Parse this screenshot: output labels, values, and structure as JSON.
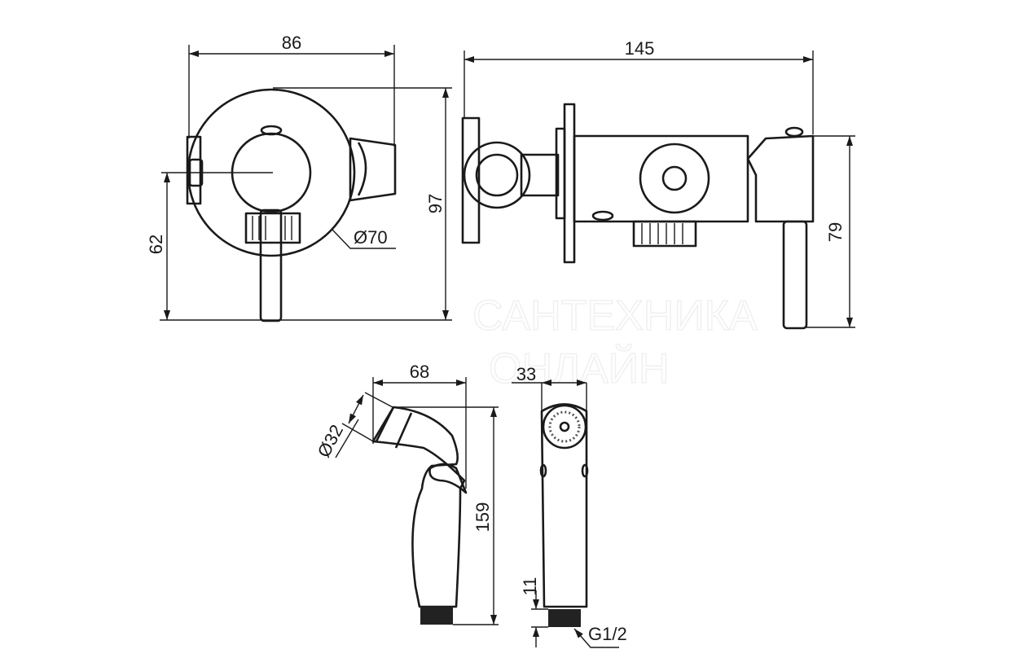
{
  "watermark": {
    "line1": "САНТЕХНИКА",
    "line2": "ОНЛАЙН"
  },
  "dimensions": {
    "front_width": "86",
    "front_height": "97",
    "front_axis_height": "62",
    "front_diameter": "Ø70",
    "side_length": "145",
    "side_height": "79",
    "shower_width": "68",
    "shower_head_diameter": "Ø32",
    "shower_height": "159",
    "shower_depth": "33",
    "thread_length": "11",
    "thread": "G1/2"
  }
}
